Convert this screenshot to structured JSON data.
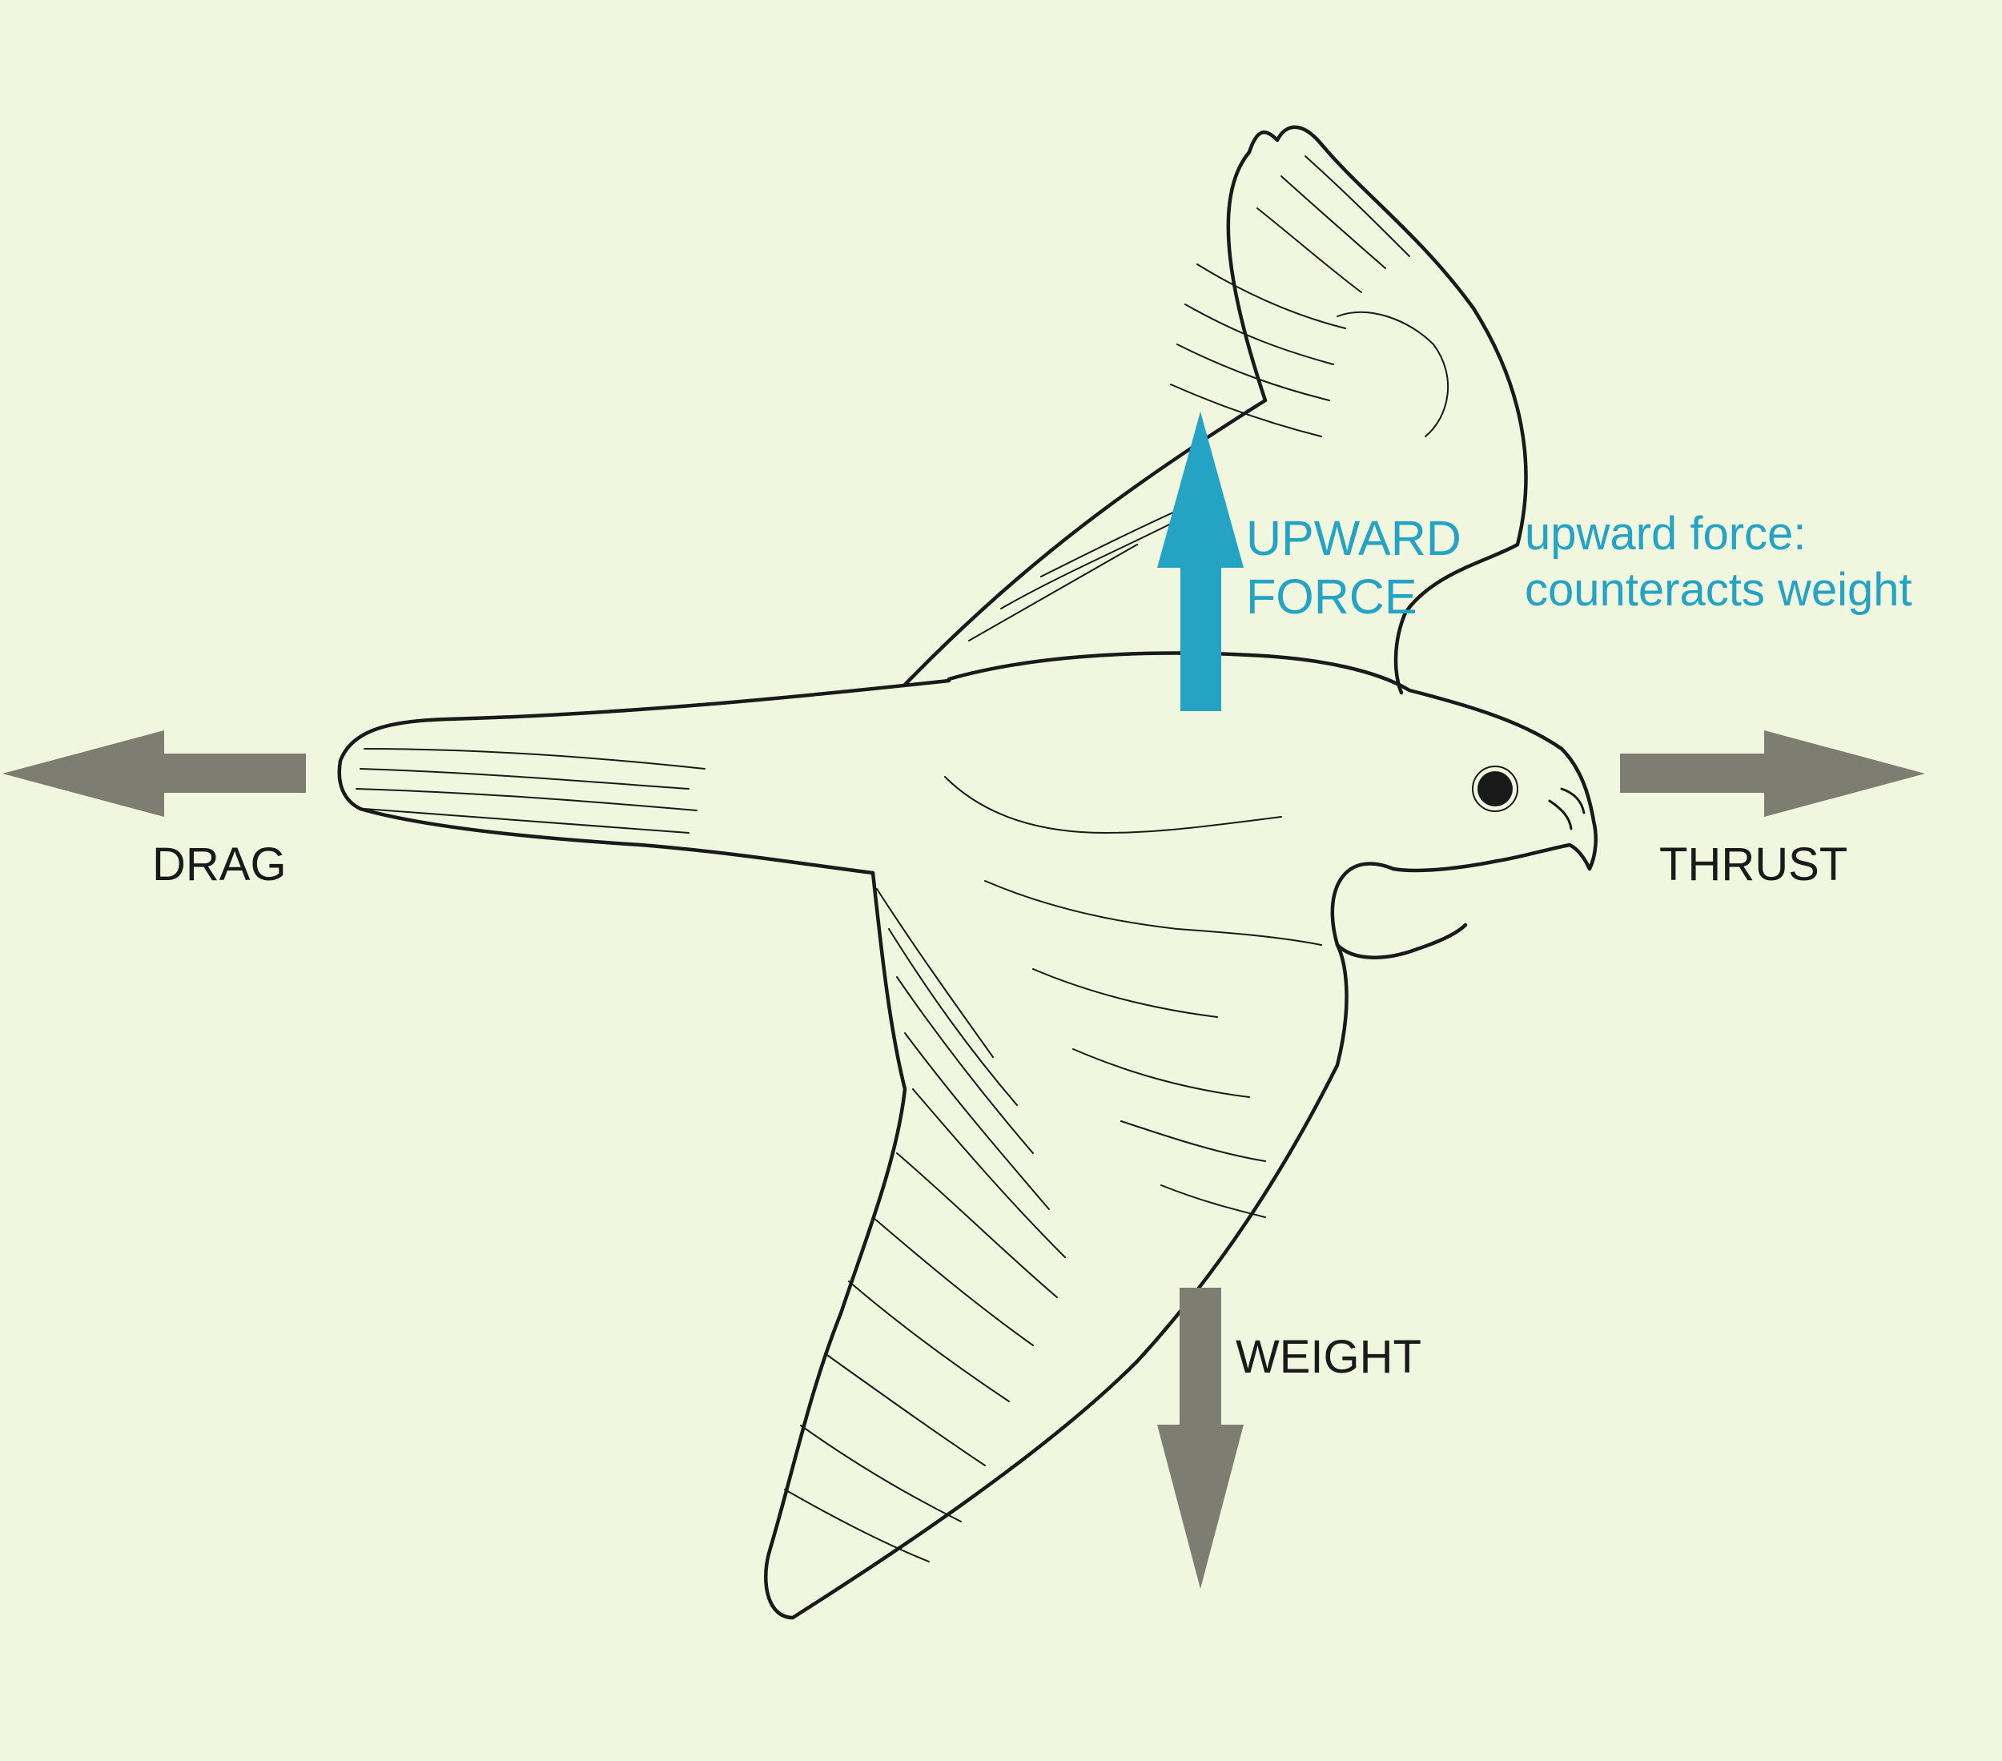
{
  "colors": {
    "background": "#f1f6de",
    "force_arrow": "#7d7d72",
    "upward_arrow": "#25a3c4",
    "outline": "#1a1a1a",
    "upward_text": "#25a3c4"
  },
  "forces": {
    "drag": {
      "label": "DRAG"
    },
    "thrust": {
      "label": "THRUST"
    },
    "weight": {
      "label": "WEIGHT"
    },
    "upward": {
      "label_line1": "UPWARD",
      "label_line2": "FORCE"
    }
  },
  "annotation": {
    "line1": "upward force:",
    "line2": "counteracts weight"
  }
}
